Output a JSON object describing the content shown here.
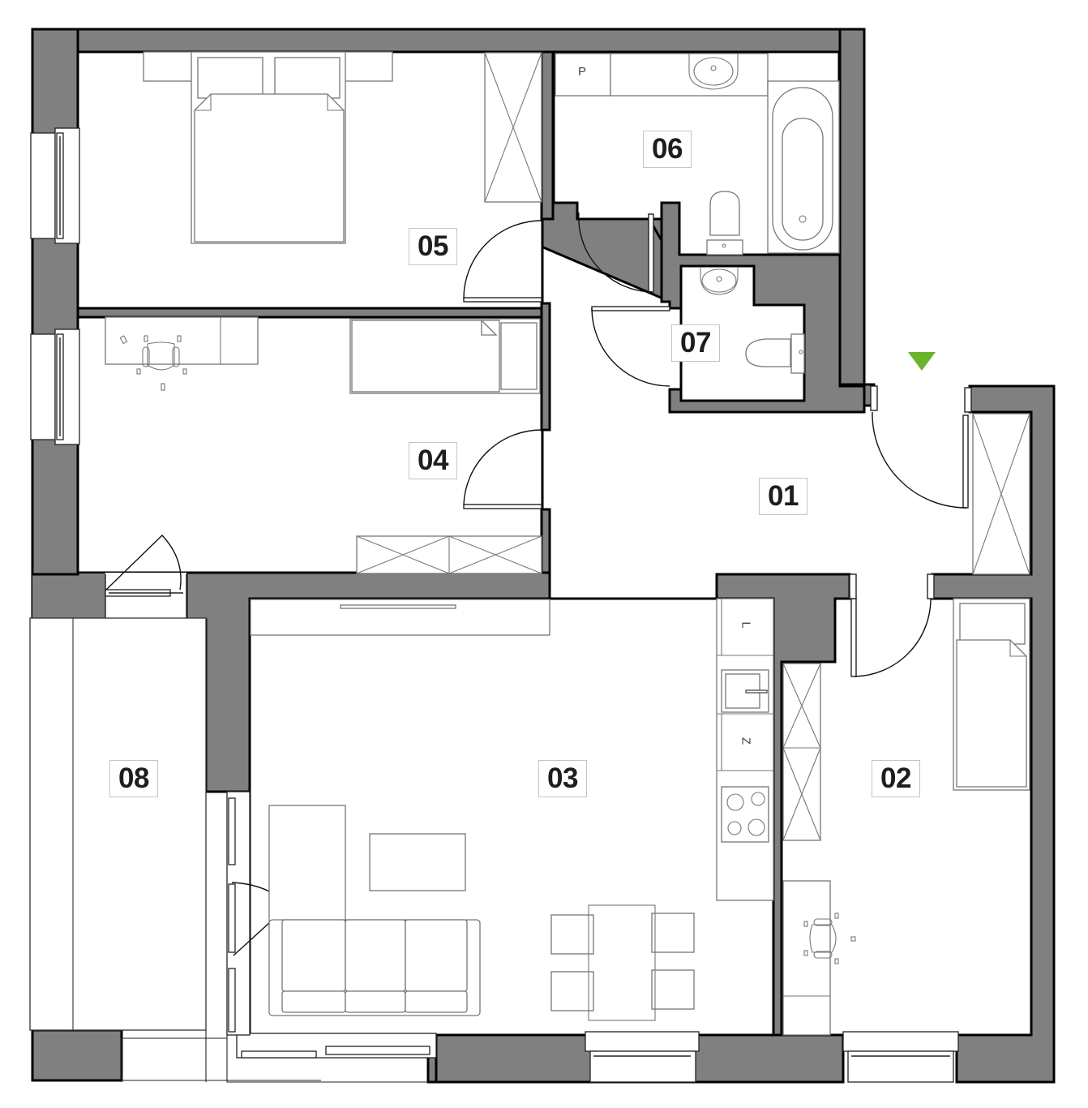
{
  "plan": {
    "type": "apartment-floor-plan",
    "wall_color": "#808080",
    "line_color": "#000000",
    "furniture_color": "#777777",
    "entrance_marker_color": "#6ab42d",
    "rooms": [
      {
        "id": "01",
        "label": "01",
        "description": "hall"
      },
      {
        "id": "02",
        "label": "02",
        "description": "room with bed and desk"
      },
      {
        "id": "03",
        "label": "03",
        "description": "living room with kitchenette"
      },
      {
        "id": "04",
        "label": "04",
        "description": "room with bed and desk"
      },
      {
        "id": "05",
        "label": "05",
        "description": "bedroom with double bed"
      },
      {
        "id": "06",
        "label": "06",
        "description": "bathroom"
      },
      {
        "id": "07",
        "label": "07",
        "description": "WC"
      },
      {
        "id": "08",
        "label": "08",
        "description": "balcony"
      }
    ],
    "appliance_labels": {
      "washer": "P",
      "dishwasher": "L",
      "fridge": "Z"
    }
  }
}
